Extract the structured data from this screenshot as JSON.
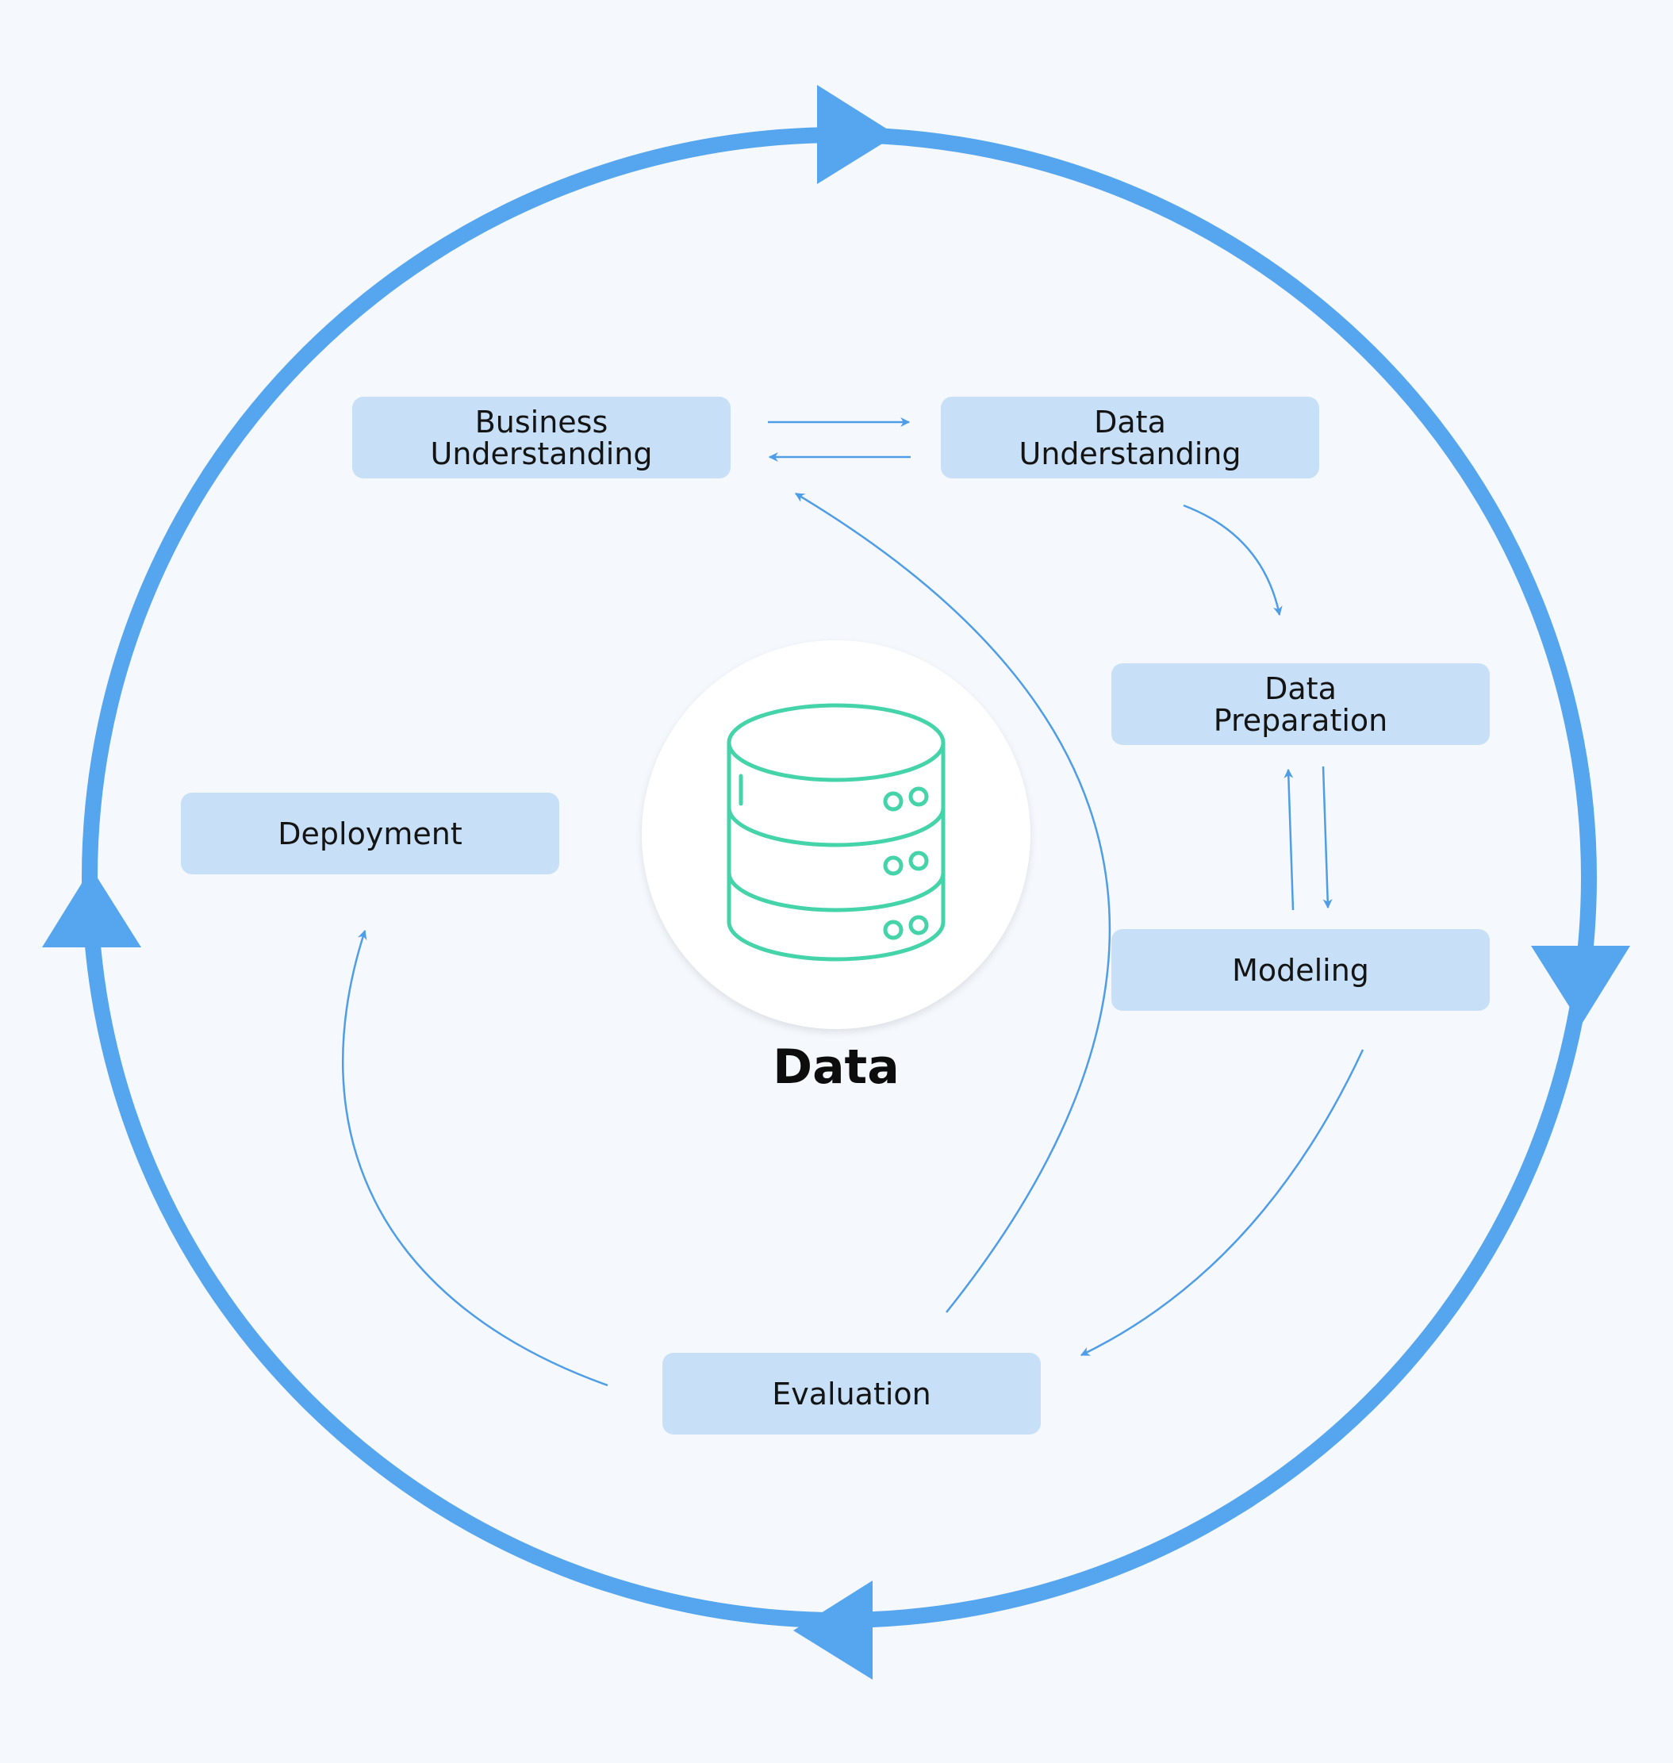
{
  "diagram": {
    "colors": {
      "background": "#f5f9fe",
      "cycle_ring": "#55a6ee",
      "node_fill": "#c7e0f7",
      "connector": "#4f9de6",
      "database_icon": "#45d3aa",
      "center_disc": "#ffffff"
    },
    "center": {
      "label": "Data",
      "icon": "database-icon"
    },
    "nodes": {
      "business_understanding": {
        "line1": "Business",
        "line2": "Understanding"
      },
      "data_understanding": {
        "line1": "Data",
        "line2": "Understanding"
      },
      "data_preparation": {
        "line1": "Data",
        "line2": "Preparation"
      },
      "modeling": {
        "label": "Modeling"
      },
      "evaluation": {
        "label": "Evaluation"
      },
      "deployment": {
        "label": "Deployment"
      }
    },
    "edges": [
      {
        "from": "Business Understanding",
        "to": "Data Understanding"
      },
      {
        "from": "Data Understanding",
        "to": "Business Understanding"
      },
      {
        "from": "Data Understanding",
        "to": "Data Preparation"
      },
      {
        "from": "Data Preparation",
        "to": "Modeling"
      },
      {
        "from": "Modeling",
        "to": "Data Preparation"
      },
      {
        "from": "Modeling",
        "to": "Evaluation"
      },
      {
        "from": "Evaluation",
        "to": "Business Understanding"
      },
      {
        "from": "Evaluation",
        "to": "Deployment"
      }
    ],
    "outer_cycle": "clockwise"
  }
}
